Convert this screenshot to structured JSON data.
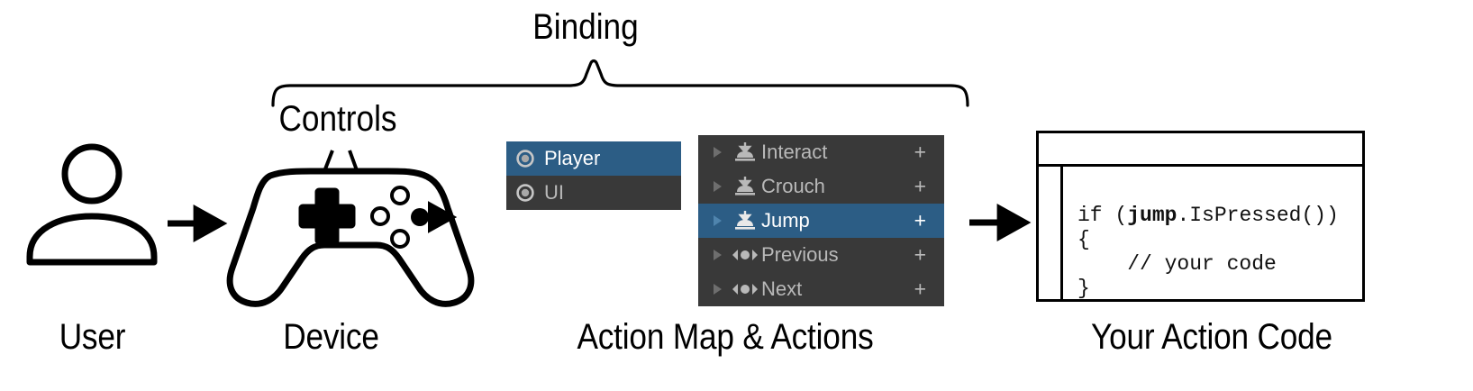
{
  "diagram": {
    "title_annotation": "Binding",
    "controls_annotation": "Controls",
    "flow_labels": {
      "user": "User",
      "device": "Device",
      "actions": "Action Map & Actions",
      "code": "Your Action Code"
    }
  },
  "colors": {
    "panel_background": "#393939",
    "selection_blue": "#2c5d85",
    "row_text": "#b9b9b9",
    "row_text_selected": "#ffffff",
    "icon_grey": "#b9b9b9",
    "foldout_grey": "#6e6e6e",
    "stroke_black": "#000000",
    "page_background": "#ffffff"
  },
  "action_maps_panel": {
    "name": "action-maps-list",
    "items": [
      {
        "label": "Player",
        "icon": "action-map-icon",
        "selected": true
      },
      {
        "label": "UI",
        "icon": "action-map-icon",
        "selected": false
      }
    ]
  },
  "actions_panel": {
    "name": "actions-list",
    "add_button_label": "+",
    "items": [
      {
        "label": "Interact",
        "icon": "button-action-icon",
        "selected": false,
        "foldout": "▶",
        "add": "+"
      },
      {
        "label": "Crouch",
        "icon": "button-action-icon",
        "selected": false,
        "foldout": "▶",
        "add": "+"
      },
      {
        "label": "Jump",
        "icon": "button-action-icon",
        "selected": true,
        "foldout": "▶",
        "add": "+"
      },
      {
        "label": "Previous",
        "icon": "axis-action-icon",
        "selected": false,
        "foldout": "▶",
        "add": "+"
      },
      {
        "label": "Next",
        "icon": "axis-action-icon",
        "selected": false,
        "foldout": "▶",
        "add": "+"
      }
    ]
  },
  "code_window": {
    "name": "code-editor-window",
    "title": "",
    "lines": [
      {
        "prefix": "if (",
        "bold": "jump",
        "suffix": ".IsPressed())"
      },
      {
        "prefix": "{",
        "bold": "",
        "suffix": ""
      },
      {
        "prefix": "    // your code",
        "bold": "",
        "suffix": ""
      },
      {
        "prefix": "}",
        "bold": "",
        "suffix": ""
      }
    ]
  },
  "icons": {
    "user": "user-icon",
    "device": "gamepad-icon",
    "arrow": "right-arrow-icon",
    "brace": "curly-brace-icon",
    "pointer_arrow": "pointer-arrow-icon"
  }
}
